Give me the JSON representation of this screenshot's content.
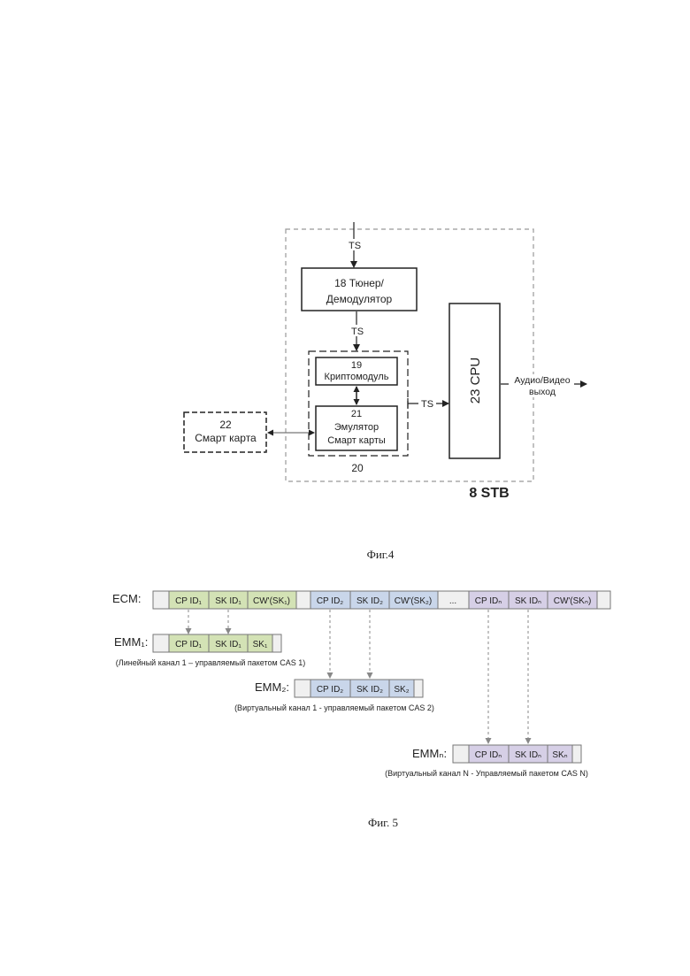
{
  "fig4": {
    "ts_in": "TS",
    "tuner": {
      "line1": "18 Тюнер/",
      "line2": "Демодулятор"
    },
    "ts_mid": "TS",
    "crypto": {
      "number": "19",
      "name": "Криптомодуль"
    },
    "emulator": {
      "number": "21",
      "line1": "Эмулятор",
      "line2": "Смарт карты"
    },
    "group_label": "20",
    "ts_cpu": "TS",
    "cpu": "23 CPU",
    "output": {
      "line1": "Аудио/Видео",
      "line2": "выход"
    },
    "smartcard": {
      "number": "22",
      "name": "Смарт карта"
    },
    "stb_label": "8 STB",
    "caption": "Фиг.4"
  },
  "fig5": {
    "ecm_label": "ECM:",
    "ecm_cells": {
      "g1": [
        "CP ID₁",
        "SK ID₁",
        "CW'(SK₁)"
      ],
      "g2": [
        "CP ID₂",
        "SK ID₂",
        "CW'(SK₂)"
      ],
      "ellipsis": "...",
      "gN": [
        "CP IDₙ",
        "SK IDₙ",
        "CW'(SKₙ)"
      ]
    },
    "emm1": {
      "label": "EMM₁:",
      "cells": [
        "CP ID₁",
        "SK ID₁",
        "SK₁"
      ],
      "note": "(Линейный канал 1 – управляемый пакетом CAS 1)"
    },
    "emm2": {
      "label": "EMM₂:",
      "cells": [
        "CP ID₂",
        "SK ID₂",
        "SK₂"
      ],
      "note": "(Виртуальный канал 1 - управляемый пакетом CAS 2)"
    },
    "emmN": {
      "label": "EMMₙ:",
      "cells": [
        "CP IDₙ",
        "SK IDₙ",
        "SKₙ"
      ],
      "note": "(Виртуальный канал N - Управляемый пакетом CAS N)"
    },
    "colors": {
      "green": "#d3e2b5",
      "blue": "#c9d6ea",
      "purple": "#d6cfe6",
      "gray": "#f0f0f0"
    },
    "caption": "Фиг. 5"
  }
}
